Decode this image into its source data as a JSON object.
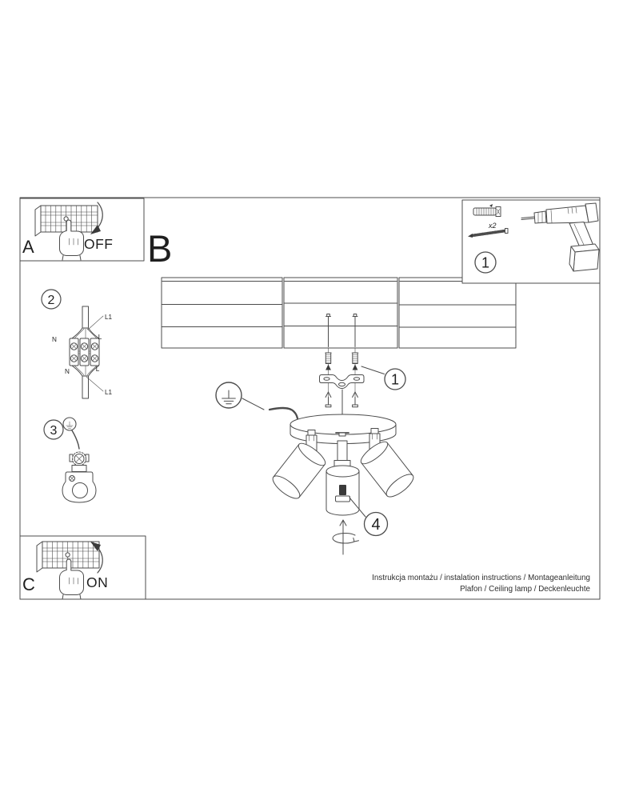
{
  "colors": {
    "background": "#ffffff",
    "line": "#4c4c4c",
    "text": "#1f1f1f"
  },
  "panels": {
    "breaker_off": {
      "label": "A",
      "action": "OFF"
    },
    "breaker_on": {
      "label": "C",
      "action": "ON"
    },
    "section_label": "B",
    "parts": {
      "number": "1",
      "anchor_quantity": "x2"
    }
  },
  "steps": {
    "wiring": {
      "number": "2",
      "wire_top": "L1",
      "neutral_top": "N",
      "live_top": "L",
      "neutral_bottom": "N",
      "live_bottom": "L",
      "wire_bottom": "L1"
    },
    "grounding": {
      "number": "3"
    },
    "mounting": {
      "number": "1"
    },
    "adjustment": {
      "number": "4"
    }
  },
  "footer": {
    "line1": "Instrukcja montażu / instalation instructions / Montageanleitung",
    "line2": "Plafon / Ceiling lamp / Deckenleuchte"
  }
}
